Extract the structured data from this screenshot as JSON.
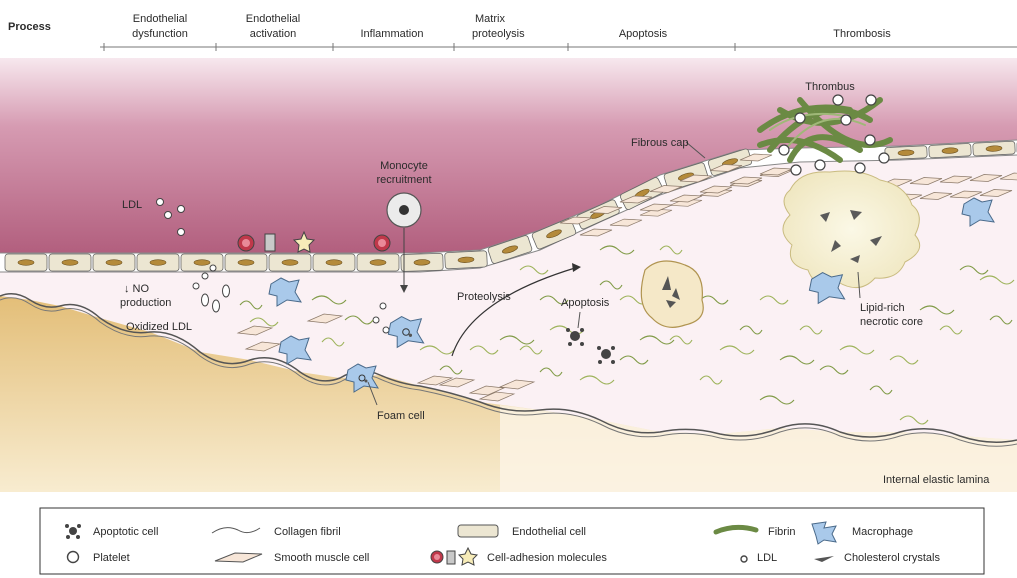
{
  "process": {
    "label": "Process",
    "stages": [
      {
        "line1": "Endothelial",
        "line2": "dysfunction"
      },
      {
        "line1": "Endothelial",
        "line2": "activation"
      },
      {
        "line1": "Inflammation",
        "line2": ""
      },
      {
        "line1": "Matrix",
        "line2": "proteolysis"
      },
      {
        "line1": "Apoptosis",
        "line2": ""
      },
      {
        "line1": "Thrombosis",
        "line2": ""
      }
    ]
  },
  "labels": {
    "ldl": "LDL",
    "no_line1": "↓ NO",
    "no_line2": "production",
    "oxidized_ldl": "Oxidized LDL",
    "monocyte_line1": "Monocyte",
    "monocyte_line2": "recruitment",
    "proteolysis": "Proteolysis",
    "apoptosis": "Apoptosis",
    "foam_cell": "Foam cell",
    "fibrous_cap": "Fibrous cap",
    "thrombus": "Thrombus",
    "necrotic_line1": "Lipid-rich",
    "necrotic_line2": "necrotic core",
    "internal_elastic_lamina": "Internal elastic lamina"
  },
  "legend": {
    "apoptotic_cell": "Apoptotic cell",
    "platelet": "Platelet",
    "collagen_fibril": "Collagen fibril",
    "smooth_muscle_cell": "Smooth muscle cell",
    "endothelial_cell": "Endothelial cell",
    "cell_adhesion_molecules": "Cell-adhesion molecules",
    "fibrin": "Fibrin",
    "ldl": "LDL",
    "macrophage": "Macrophage",
    "cholesterol_crystals": "Cholesterol crystals"
  },
  "colors": {
    "lumen": "#b25f7e",
    "lumen_light": "#f6e6ec",
    "intima": "#fbf1f4",
    "media": "#e8c98c",
    "endothelial": "#ece6d2",
    "endothelial_nucleus": "#b48a3a",
    "macrophage": "#a9c9ea",
    "fibrin": "#6b8a44",
    "collagen": "#9db35a",
    "adhesion_red": "#c0384a",
    "necrotic_core": "#f5f0d2"
  }
}
